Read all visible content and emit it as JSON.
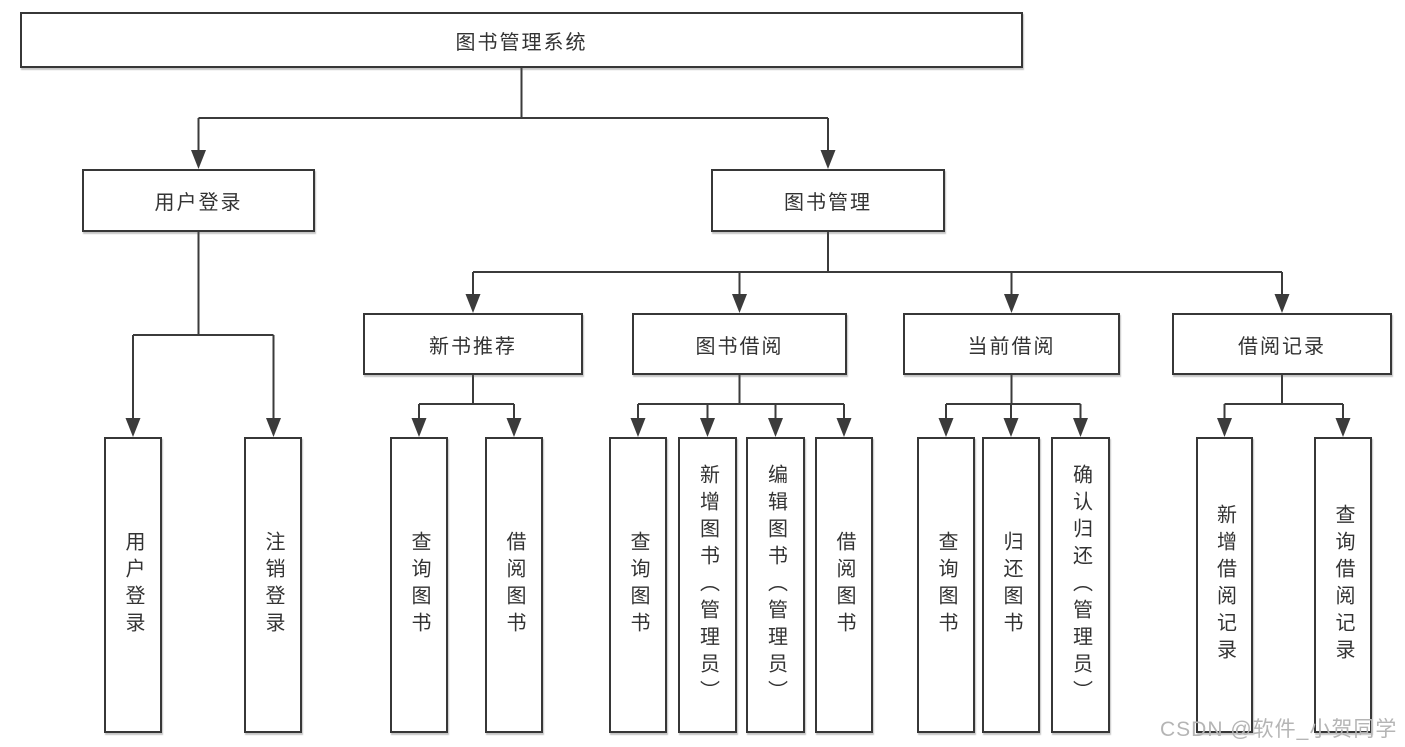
{
  "root": {
    "label": "图书管理系统"
  },
  "branches": {
    "user": {
      "label": "用户登录",
      "children": [
        {
          "label": "用户登录"
        },
        {
          "label": "注销登录"
        }
      ]
    },
    "book": {
      "label": "图书管理",
      "sections": [
        {
          "label": "新书推荐",
          "children": [
            {
              "label": "查询图书"
            },
            {
              "label": "借阅图书"
            }
          ]
        },
        {
          "label": "图书借阅",
          "children": [
            {
              "label": "查询图书"
            },
            {
              "label": "新增图书（管理员）"
            },
            {
              "label": "编辑图书（管理员）"
            },
            {
              "label": "借阅图书"
            }
          ]
        },
        {
          "label": "当前借阅",
          "children": [
            {
              "label": "查询图书"
            },
            {
              "label": "归还图书"
            },
            {
              "label": "确认归还（管理员）"
            }
          ]
        },
        {
          "label": "借阅记录",
          "children": [
            {
              "label": "新增借阅记录"
            },
            {
              "label": "查询借阅记录"
            }
          ]
        }
      ]
    }
  },
  "watermark": "CSDN @软件_小贺同学",
  "colors": {
    "line": "#3b3b3b",
    "border": "#373737",
    "text": "#333333",
    "watermark": "#b5b5b5",
    "background": "#ffffff"
  }
}
